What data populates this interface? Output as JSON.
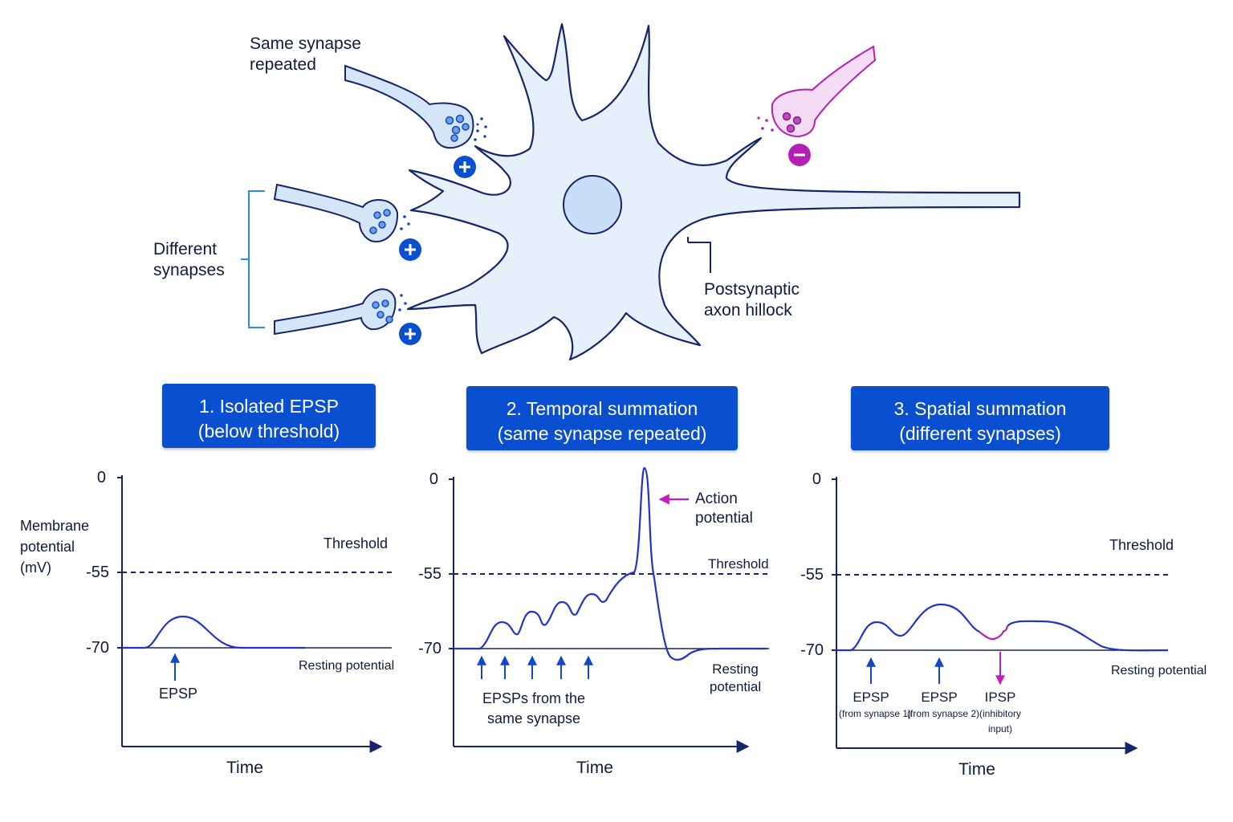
{
  "diagram": {
    "labels": {
      "same_synapse": [
        "Same synapse",
        "repeated"
      ],
      "different_synapses": [
        "Different",
        "synapses"
      ],
      "axon_hillock": [
        "Postsynaptic",
        "axon hillock"
      ]
    },
    "signs": {
      "excitatory": "+",
      "inhibitory": "−"
    },
    "colors": {
      "neuron_fill": "#e6f0fb",
      "neuron_stroke": "#16246b",
      "excitatory": "#1147c9",
      "inhibitory": "#b41fb4",
      "trace": "#1d35c9",
      "title_bg": "#0b4fd1"
    }
  },
  "panels": [
    {
      "title": [
        "1. Isolated EPSP",
        "(below threshold)"
      ],
      "ylabel": [
        "Membrane",
        "potential",
        "(mV)"
      ],
      "ticks": [
        "0",
        "-55",
        "-70"
      ],
      "threshold_label": "Threshold",
      "resting_label": [
        "Resting potential"
      ],
      "xlabel": "Time",
      "markers": [
        {
          "text": [
            "EPSP"
          ]
        }
      ]
    },
    {
      "title": [
        "2. Temporal summation",
        "(same synapse repeated)"
      ],
      "ticks": [
        "0",
        "-55",
        "-70"
      ],
      "threshold_label": "Threshold",
      "resting_label": [
        "Resting",
        "potential"
      ],
      "xlabel": "Time",
      "action_potential": [
        "Action",
        "potential"
      ],
      "epsp_caption": [
        "EPSPs from the",
        "same synapse"
      ]
    },
    {
      "title": [
        "3. Spatial summation",
        "(different  synapses)"
      ],
      "ticks": [
        "0",
        "-55",
        "-70"
      ],
      "threshold_label": "Threshold",
      "resting_label": [
        "Resting potential"
      ],
      "xlabel": "Time",
      "markers": [
        {
          "text": [
            "EPSP",
            "(from synapse 1)"
          ]
        },
        {
          "text": [
            "EPSP",
            "(from synapse 2)"
          ]
        },
        {
          "text": [
            "IPSP",
            "(inhibitory",
            "input)"
          ]
        }
      ]
    }
  ],
  "chart_data": [
    {
      "type": "line",
      "title": "1. Isolated EPSP (below threshold)",
      "xlabel": "Time",
      "ylabel": "Membrane potential (mV)",
      "yticks": [
        0,
        -55,
        -70
      ],
      "threshold": -55,
      "resting": -70,
      "series": [
        {
          "values_peak_mV": [
            -62.5
          ]
        }
      ]
    },
    {
      "type": "line",
      "title": "2. Temporal summation (same synapse repeated)",
      "xlabel": "Time",
      "yticks": [
        0,
        -55,
        -70
      ],
      "threshold": -55,
      "resting": -70,
      "epsp_count": 5,
      "action_potential_peak_mV": 8
    },
    {
      "type": "line",
      "title": "3. Spatial summation (different synapses)",
      "xlabel": "Time",
      "yticks": [
        0,
        -55,
        -70
      ],
      "threshold": -55,
      "resting": -70,
      "inputs": [
        "EPSP",
        "EPSP",
        "IPSP"
      ]
    }
  ]
}
